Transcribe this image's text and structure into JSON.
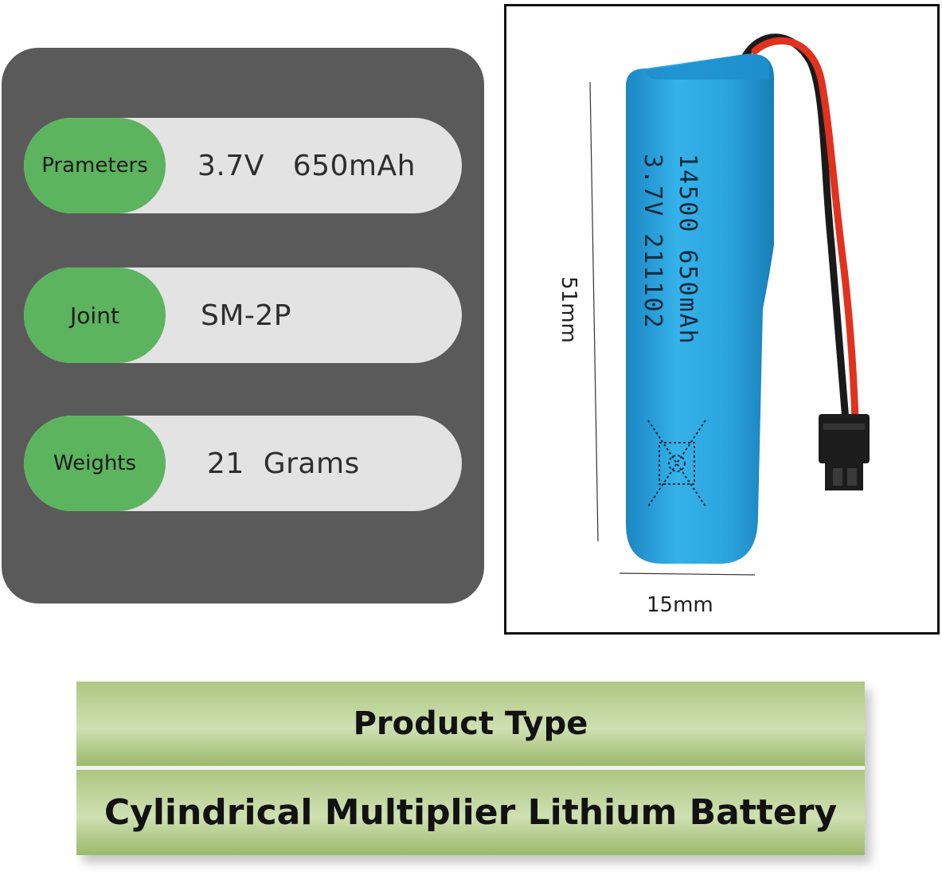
{
  "specs": [
    {
      "label": "Prameters",
      "value": "3.7V   650mAh"
    },
    {
      "label": "Joint",
      "value": "SM-2P"
    },
    {
      "label": "Weights",
      "value": "21  Grams"
    }
  ],
  "product": {
    "battery_print_line1": "14500 650mAh",
    "battery_print_line2": "3.7V 211102",
    "height_label": "51mm",
    "width_label": "15mm",
    "colors": {
      "battery": "#2aa3dc",
      "wire_red": "#e0321e",
      "wire_black": "#1a1a1a",
      "connector": "#1c1c1c"
    }
  },
  "banner": {
    "heading": "Product Type",
    "value": "Cylindrical Multiplier Lithium Battery"
  },
  "colors": {
    "panel_bg": "#5a5a5a",
    "row_bg": "#e3e3e3",
    "key_green": "#5cb45e"
  }
}
